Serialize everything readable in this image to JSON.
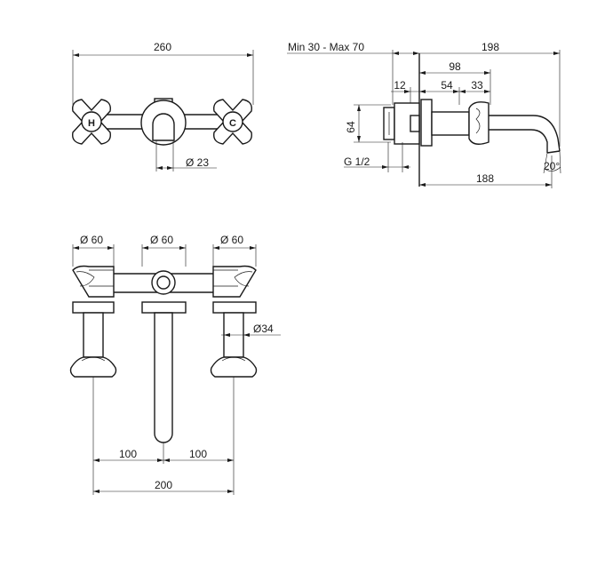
{
  "front_view": {
    "overall_width": "260",
    "spout_diameter": "Ø 23",
    "hot_label": "H",
    "cold_label": "C"
  },
  "side_view": {
    "wall_thickness": "Min 30 - Max 70",
    "total_depth": "198",
    "dim_98": "98",
    "dim_12": "12",
    "dim_54": "54",
    "dim_33": "33",
    "height_64": "64",
    "thread": "G 1/2",
    "spout_reach": "188",
    "angle": "20°"
  },
  "top_view": {
    "diameter_left": "Ø 60",
    "diameter_center": "Ø 60",
    "diameter_right": "Ø 60",
    "handle_diameter": "Ø34",
    "spacing_left": "100",
    "spacing_right": "100",
    "spacing_total": "200"
  }
}
